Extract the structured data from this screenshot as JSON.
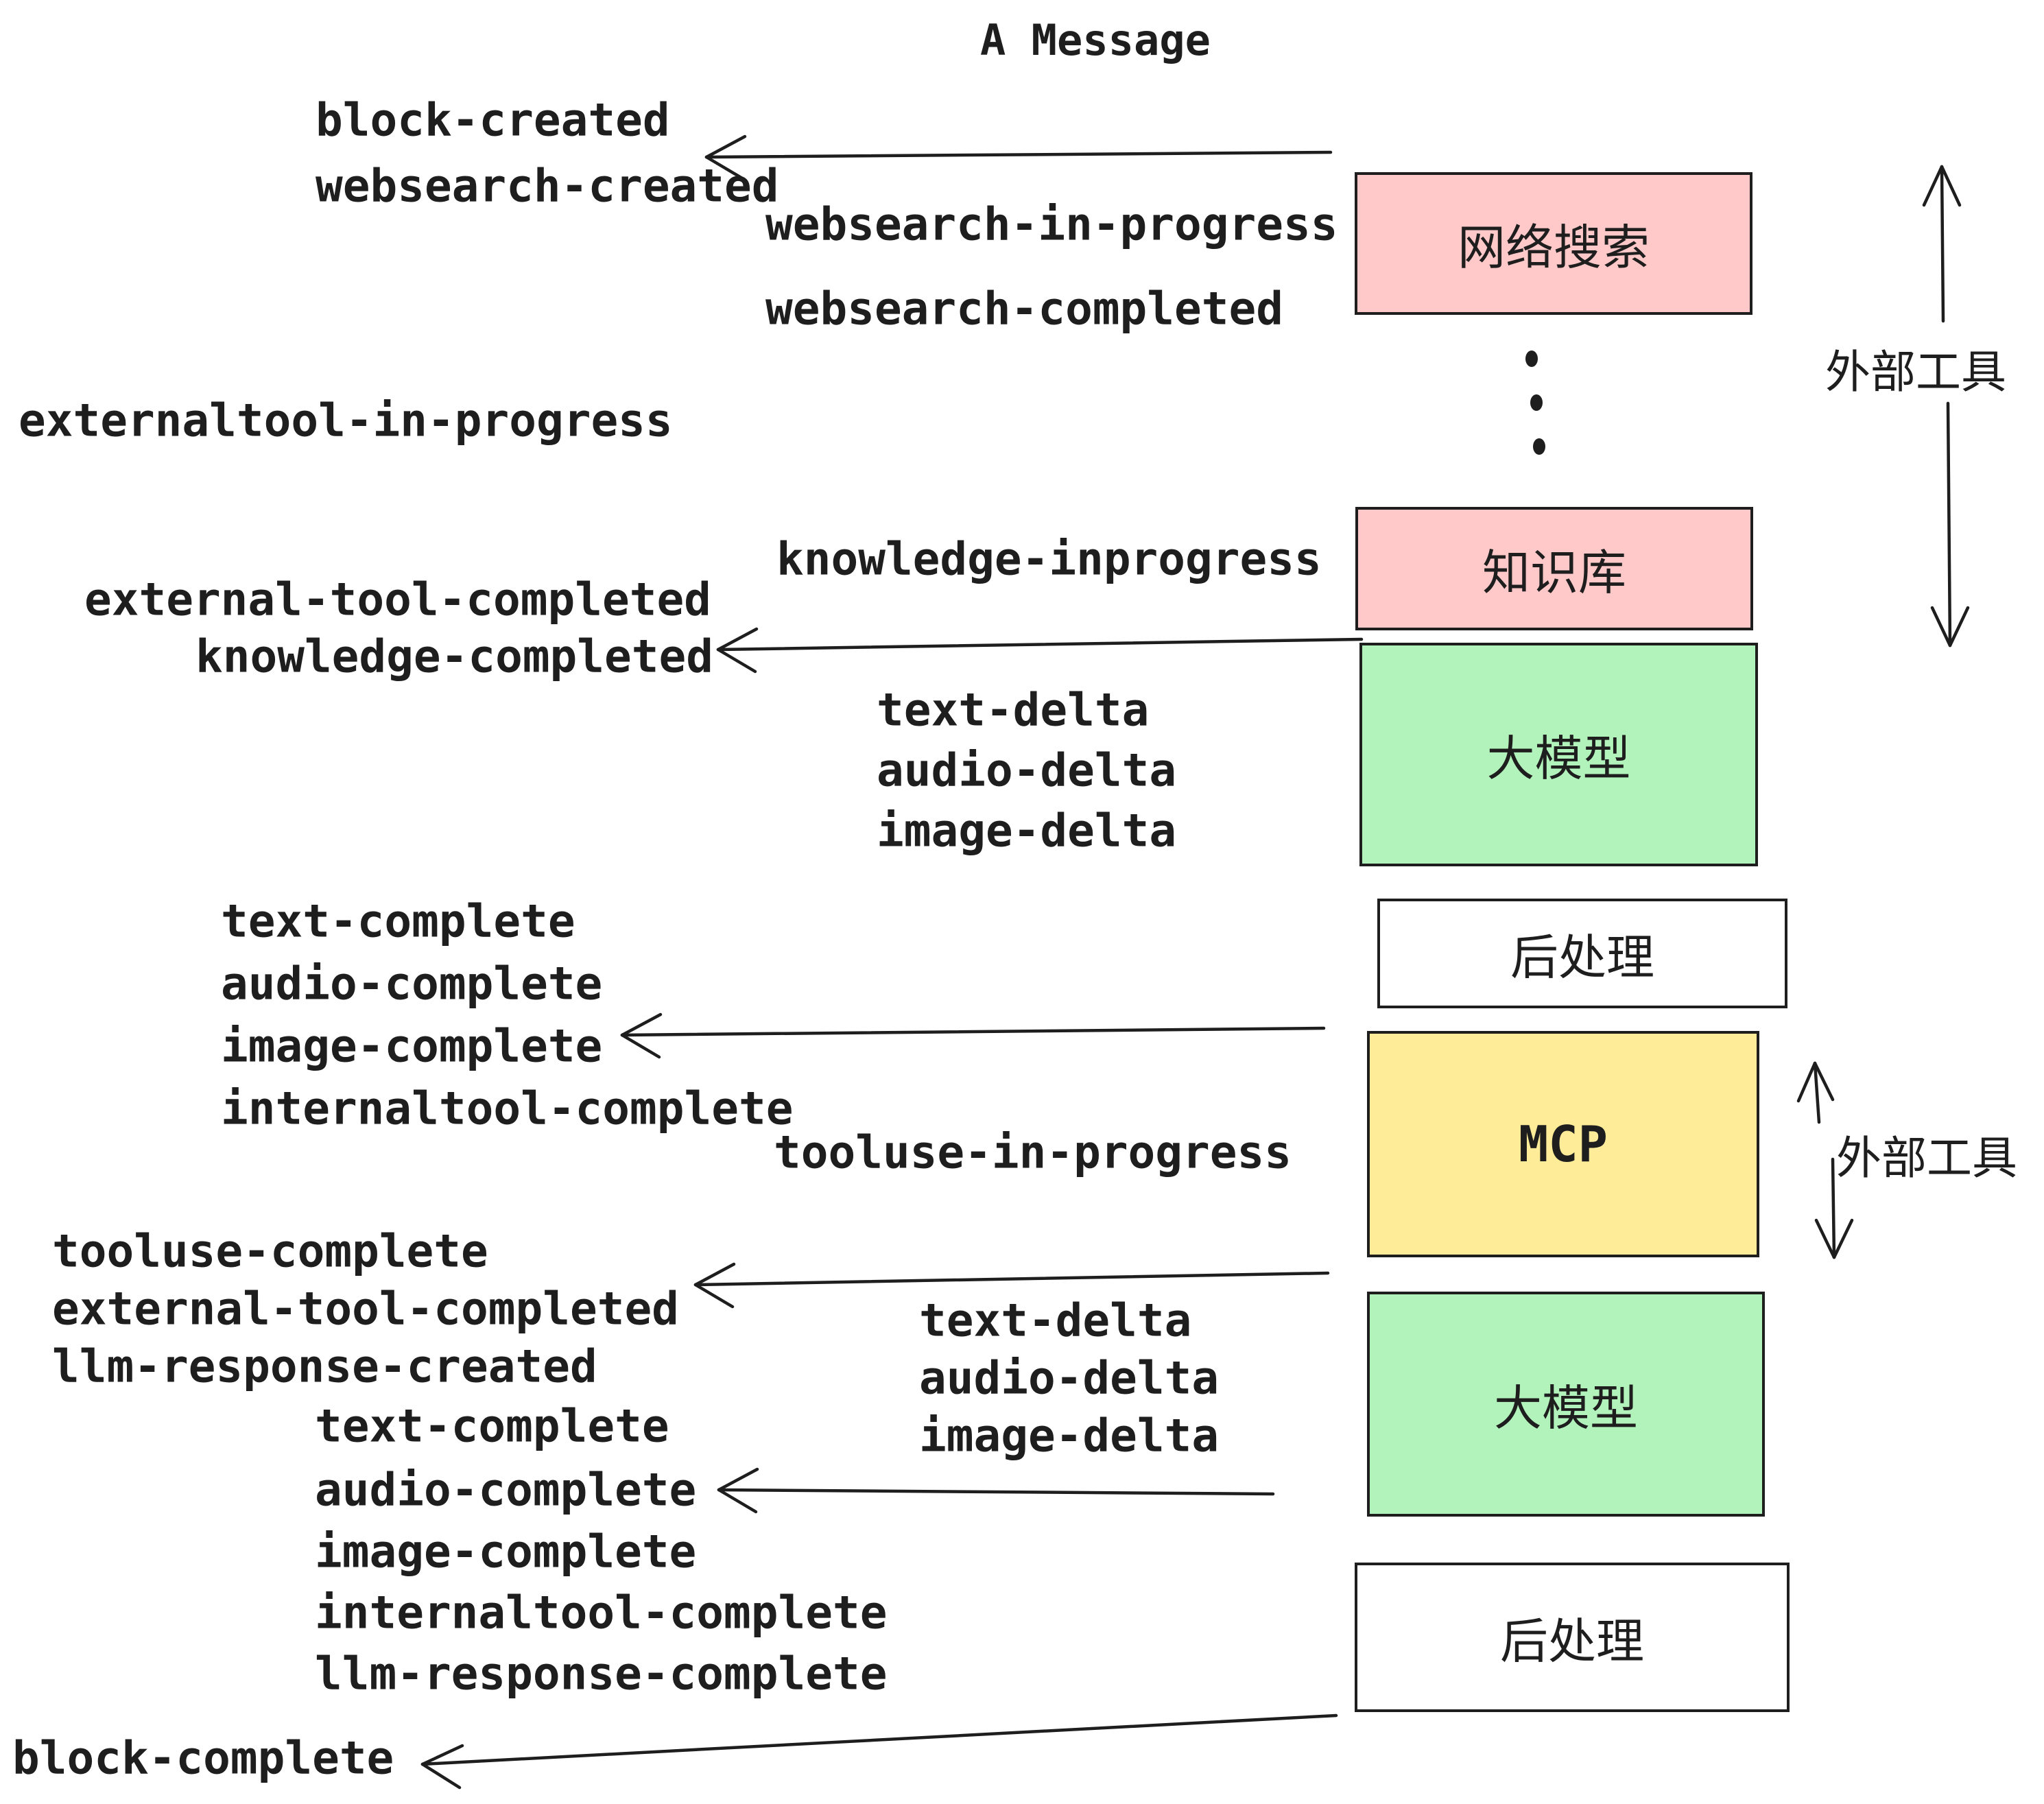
{
  "title": "A Message",
  "colors": {
    "stroke": "#1e1e1e",
    "text": "#1e1e1e",
    "pink": "#ffc9c9",
    "green": "#b2f2bb",
    "yellow": "#ffec99",
    "white": "#ffffff",
    "background": "#ffffff"
  },
  "events": [
    {
      "id": "block-created",
      "text": "block-created"
    },
    {
      "id": "websearch-created",
      "text": "websearch-created"
    },
    {
      "id": "websearch-in-progress",
      "text": "websearch-in-progress"
    },
    {
      "id": "websearch-completed",
      "text": "websearch-completed"
    },
    {
      "id": "externaltool-in-progress",
      "text": "externaltool-in-progress"
    },
    {
      "id": "knowledge-inprogress",
      "text": "knowledge-inprogress"
    },
    {
      "id": "external-tool-completed",
      "text": "external-tool-completed"
    },
    {
      "id": "knowledge-completed",
      "text": "knowledge-completed"
    },
    {
      "id": "text-delta-1",
      "text": "text-delta"
    },
    {
      "id": "audio-delta-1",
      "text": "audio-delta"
    },
    {
      "id": "image-delta-1",
      "text": "image-delta"
    },
    {
      "id": "text-complete-1",
      "text": "text-complete"
    },
    {
      "id": "audio-complete-1",
      "text": "audio-complete"
    },
    {
      "id": "image-complete-1",
      "text": "image-complete"
    },
    {
      "id": "internaltool-complete-1",
      "text": "internaltool-complete"
    },
    {
      "id": "tooluse-in-progress",
      "text": "tooluse-in-progress"
    },
    {
      "id": "tooluse-complete",
      "text": "tooluse-complete"
    },
    {
      "id": "external-tool-completed-2",
      "text": "external-tool-completed"
    },
    {
      "id": "llm-response-created",
      "text": "llm-response-created"
    },
    {
      "id": "text-complete-2",
      "text": "text-complete"
    },
    {
      "id": "audio-complete-2",
      "text": "audio-complete"
    },
    {
      "id": "image-complete-2",
      "text": "image-complete"
    },
    {
      "id": "internaltool-complete-2",
      "text": "internaltool-complete"
    },
    {
      "id": "llm-response-complete",
      "text": "llm-response-complete"
    },
    {
      "id": "block-complete",
      "text": "block-complete"
    },
    {
      "id": "text-delta-2",
      "text": "text-delta"
    },
    {
      "id": "audio-delta-2",
      "text": "audio-delta"
    },
    {
      "id": "image-delta-2",
      "text": "image-delta"
    }
  ],
  "boxes": [
    {
      "id": "websearch",
      "label": "网络搜索",
      "fill": "#ffc9c9"
    },
    {
      "id": "knowledge",
      "label": "知识库",
      "fill": "#ffc9c9"
    },
    {
      "id": "llm-1",
      "label": "大模型",
      "fill": "#b2f2bb"
    },
    {
      "id": "postprocess-1",
      "label": "后处理",
      "fill": "#ffffff"
    },
    {
      "id": "mcp",
      "label": "MCP",
      "fill": "#ffec99"
    },
    {
      "id": "llm-2",
      "label": "大模型",
      "fill": "#b2f2bb"
    },
    {
      "id": "postprocess-2",
      "label": "后处理",
      "fill": "#ffffff"
    }
  ],
  "annotations": [
    {
      "id": "external-tools-top",
      "text": "外部工具"
    },
    {
      "id": "external-tools-bottom",
      "text": "外部工具"
    }
  ]
}
